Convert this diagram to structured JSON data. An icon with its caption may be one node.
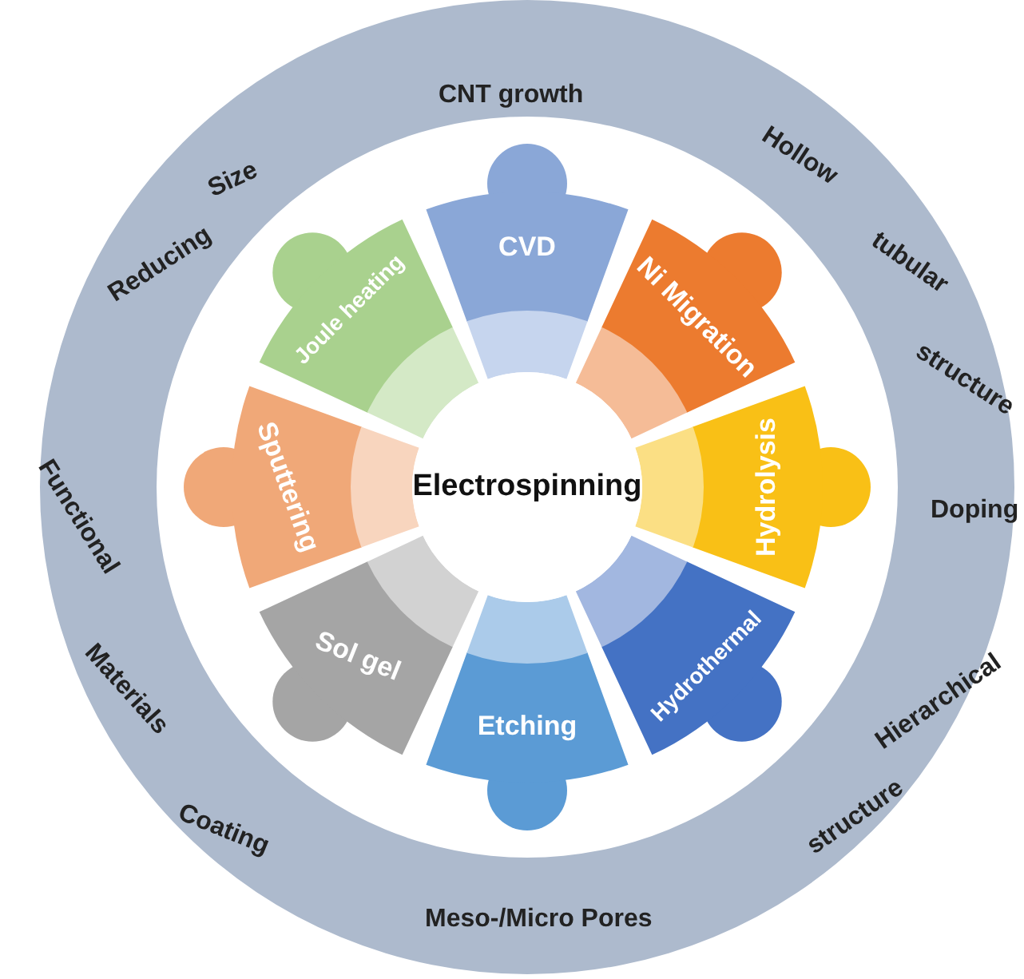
{
  "diagram": {
    "nodes": [
      {
        "text": [
          "Electrospinning"
        ]
      },
      {
        "text": [
          "CVD"
        ]
      },
      {
        "text": [
          "Ni Migration"
        ]
      },
      {
        "text": [
          "Hydrolysis"
        ]
      },
      {
        "text": [
          "Hydrothermal"
        ]
      },
      {
        "text": [
          "Etching"
        ]
      },
      {
        "text": [
          "Sol gel"
        ]
      },
      {
        "text": [
          "Sputtering"
        ]
      },
      {
        "text": [
          "Joule heating"
        ]
      }
    ],
    "labels": [
      "CNT growth",
      "Size",
      "Reducing",
      "Hollow",
      "tubular",
      "structure",
      "Functional",
      "Doping",
      "Materials",
      "Hierarchical",
      "Coating",
      "structure",
      "Meso-/Micro Pores"
    ]
  }
}
